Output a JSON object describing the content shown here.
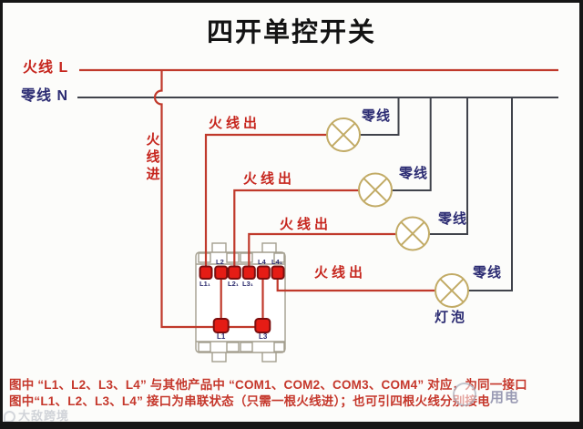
{
  "title": "四开单控开关",
  "bus": {
    "live_label": "火线 L",
    "neutral_label": "零线 N"
  },
  "labels": {
    "live_in": "火线进",
    "live_out": "火线出",
    "neutral": "零线",
    "bulb": "灯泡"
  },
  "switch_panel": {
    "top_terminals": [
      "L1₁",
      "L2",
      "L2₁",
      "L3₁",
      "L4",
      "L4₁"
    ],
    "bottom_terminals": [
      "L1",
      "L3"
    ]
  },
  "footnote": {
    "line1": "图中 “L1、L2、L3、L4” 与其他产品中 “COM1、COM2、COM3、COM4” 对应，为同一接口",
    "line2": "图中“L1、L2、L3、L4” 接口为串联状态（只需一根火线进）；也可引四根火线分别接电"
  },
  "watermarks": {
    "left": "大敌跨境",
    "right": "用电"
  },
  "colors": {
    "live_wire": "#c0392b",
    "neutral_wire": "#40434b",
    "lamp_outline": "#c2ab66",
    "terminal_fill": "#e51c15",
    "terminal_border": "#7a0e0e",
    "text_red": "#c6261e",
    "text_navy": "#2b2b72",
    "frame": "#161616"
  }
}
